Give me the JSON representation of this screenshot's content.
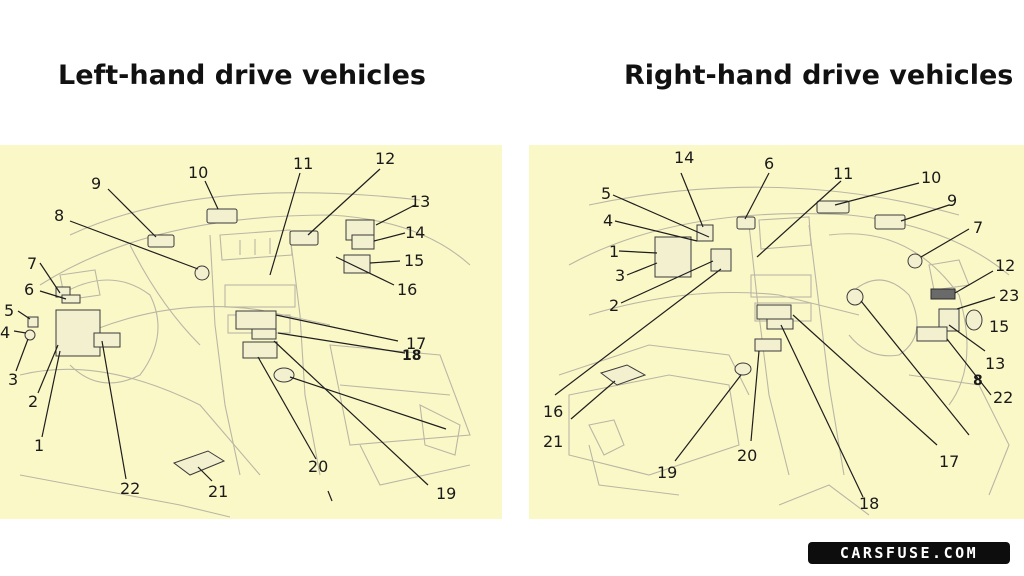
{
  "headings": {
    "left": "Left-hand drive vehicles",
    "right": "Right-hand drive vehicles"
  },
  "colors": {
    "panel_background": "#fbf8c8",
    "line": "#1e1e1e",
    "badge_background": "#0d0d0d",
    "badge_text": "#ffffff"
  },
  "left_callouts": {
    "c1": "1",
    "c2": "2",
    "c3": "3",
    "c4": "4",
    "c5": "5",
    "c6": "6",
    "c7": "7",
    "c8": "8",
    "c9": "9",
    "c10": "10",
    "c11": "11",
    "c12": "12",
    "c13": "13",
    "c14": "14",
    "c15": "15",
    "c16": "16",
    "c17": "17",
    "c18": "18",
    "c19": "19",
    "c20": "20",
    "c21": "21",
    "c22": "22"
  },
  "right_callouts": {
    "c1": "1",
    "c2": "2",
    "c3": "3",
    "c4": "4",
    "c5": "5",
    "c6": "6",
    "c7": "7",
    "c8": "8",
    "c9": "9",
    "c10": "10",
    "c11": "11",
    "c12": "12",
    "c13": "13",
    "c14": "14",
    "c15": "15",
    "c16": "16",
    "c17": "17",
    "c18": "18",
    "c19": "19",
    "c20": "20",
    "c21": "21",
    "c22": "22",
    "c23": "23"
  },
  "brand": "CARSFUSE.COM"
}
